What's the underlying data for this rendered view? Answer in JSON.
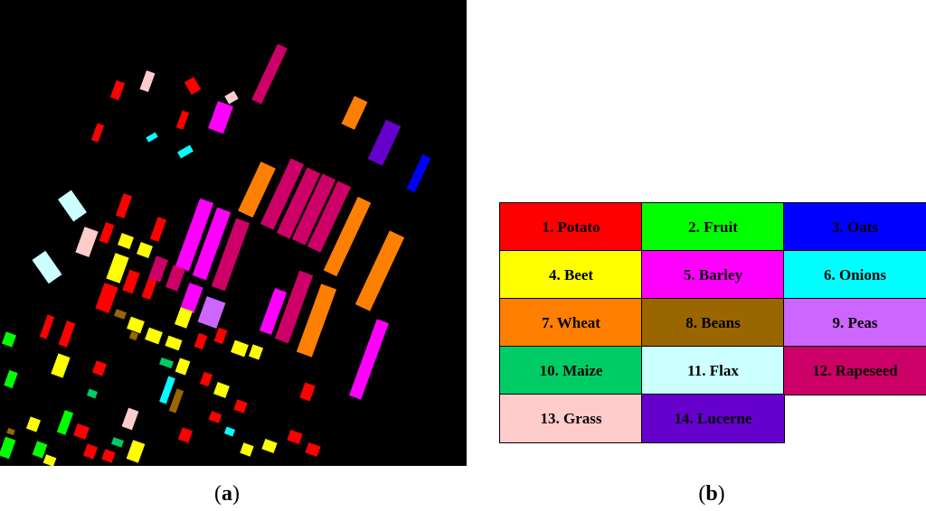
{
  "captions": {
    "a": "a",
    "b": "b"
  },
  "legend": [
    {
      "label": "1. Potato",
      "color": "#ff0000"
    },
    {
      "label": "2. Fruit",
      "color": "#00ff00"
    },
    {
      "label": "3. Oats",
      "color": "#0000ff"
    },
    {
      "label": "4. Beet",
      "color": "#ffff00"
    },
    {
      "label": "5. Barley",
      "color": "#ff00ff"
    },
    {
      "label": "6. Onions",
      "color": "#00ffff"
    },
    {
      "label": "7. Wheat",
      "color": "#ff8000"
    },
    {
      "label": "8. Beans",
      "color": "#996600"
    },
    {
      "label": "9. Peas",
      "color": "#cc66ff"
    },
    {
      "label": "10. Maize",
      "color": "#00cc66"
    },
    {
      "label": "11. Flax",
      "color": "#ccffff"
    },
    {
      "label": "12. Rapeseed",
      "color": "#cc0066"
    },
    {
      "label": "13. Grass",
      "color": "#ffcccc"
    },
    {
      "label": "14. Lucerne",
      "color": "#6600cc"
    }
  ],
  "map": {
    "background": "#000000"
  }
}
